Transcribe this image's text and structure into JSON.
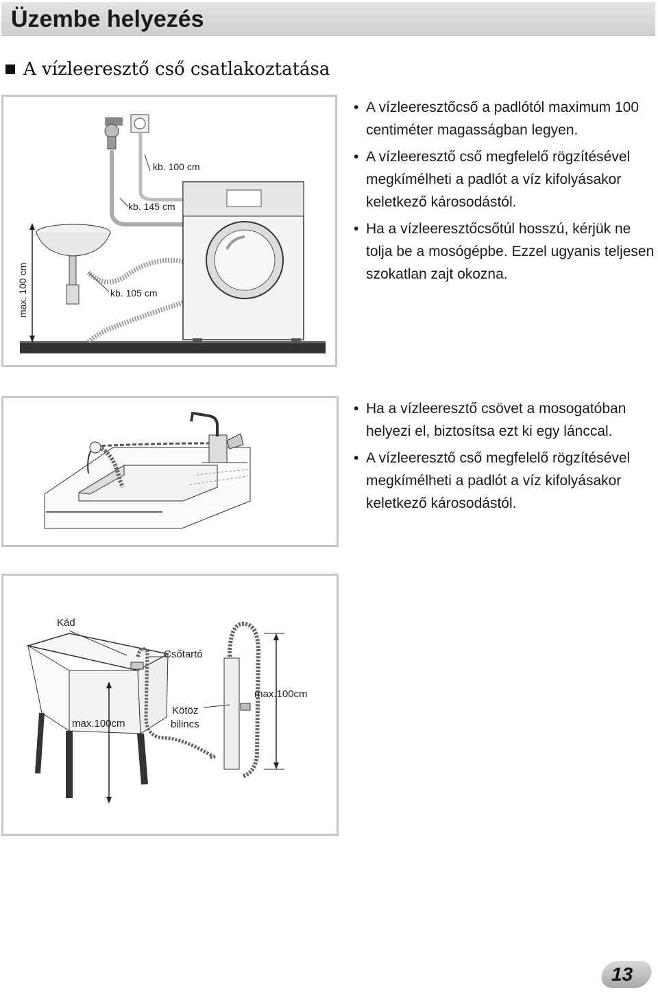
{
  "header": {
    "title": "Üzembe helyezés"
  },
  "section": {
    "title": "A vízleeresztő cső csatlakoztatása"
  },
  "figure1": {
    "labels": {
      "tap_height": "kb. 100 cm",
      "hose_height": "kb. 145 cm",
      "sink_height": "kb. 105 cm",
      "max_height": "max. 100 cm"
    }
  },
  "bullets1": [
    "A vízleeresztőcső a padlótól maximum 100 centiméter magasságban legyen.",
    "A vízleeresztő cső megfelelő rögzítésével megkímélheti a padlót a víz kifolyásakor keletkező károsodástól.",
    "Ha a vízleeresztőcsőtúl hosszú, kérjük ne tolja be a mosógépbe. Ezzel ugyanis teljesen szokatlan zajt okozna."
  ],
  "bullets2": [
    "Ha a vízleeresztő csövet a mosogatóban helyezi el, biztosítsa ezt ki egy lánccal.",
    "A vízleeresztő cső megfelelő rögzítésével megkímélheti a padlót a víz kifolyásakor keletkező károsodástól."
  ],
  "figure3": {
    "labels": {
      "tub": "Kád",
      "hose_holder": "Csőtartó",
      "max_left": "max.100cm",
      "cable_tie_line1": "Kötöz",
      "cable_tie_line2": "bilincs",
      "max_right": "max.100cm"
    }
  },
  "footer": {
    "page_number": "13"
  }
}
